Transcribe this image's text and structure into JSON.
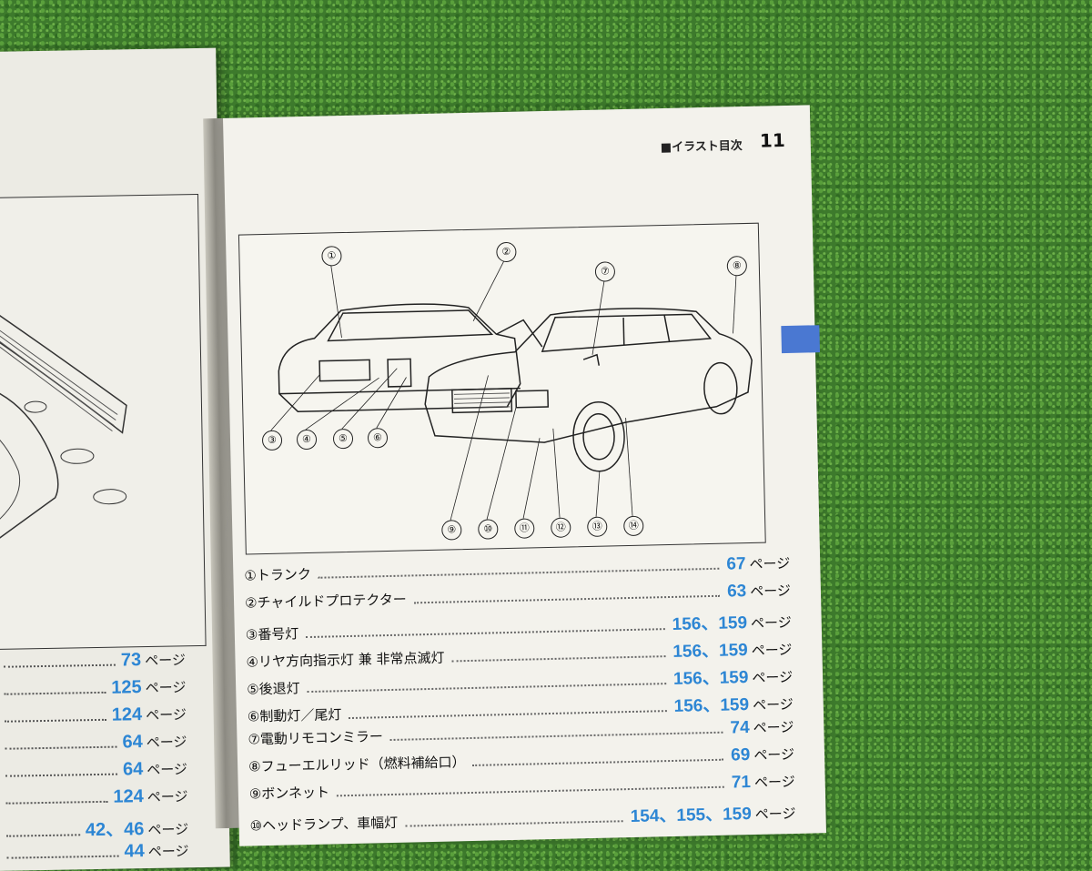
{
  "right_page": {
    "header_title": "■イラスト目次",
    "page_number": "11",
    "callouts": [
      "①",
      "②",
      "③",
      "④",
      "⑤",
      "⑥",
      "⑦",
      "⑧",
      "⑨",
      "⑩",
      "⑪",
      "⑫",
      "⑬",
      "⑭"
    ],
    "items": [
      {
        "label": "①トランク",
        "value": "67",
        "unit": "ページ"
      },
      {
        "label": "②チャイルドプロテクター",
        "value": "63",
        "unit": "ページ"
      },
      {
        "label": "③番号灯",
        "value": "156、159",
        "unit": "ページ"
      },
      {
        "label": "④リヤ方向指示灯 兼 非常点滅灯",
        "value": "156、159",
        "unit": "ページ"
      },
      {
        "label": "⑤後退灯",
        "value": "156、159",
        "unit": "ページ"
      },
      {
        "label": "⑥制動灯／尾灯",
        "value": "156、159",
        "unit": "ページ"
      },
      {
        "label": "⑦電動リモコンミラー",
        "value": "74",
        "unit": "ページ"
      },
      {
        "label": "⑧フューエルリッド（燃料補給口）",
        "value": "69",
        "unit": "ページ"
      },
      {
        "label": "⑨ボンネット",
        "value": "71",
        "unit": "ページ"
      },
      {
        "label": "⑩ヘッドランプ、車幅灯",
        "value": "154、155、159",
        "unit": "ページ"
      }
    ]
  },
  "left_page": {
    "items": [
      {
        "value": "73",
        "unit": "ページ"
      },
      {
        "value": "125",
        "unit": "ページ"
      },
      {
        "value": "124",
        "unit": "ページ"
      },
      {
        "value": "64",
        "unit": "ページ"
      },
      {
        "value": "64",
        "unit": "ページ"
      },
      {
        "value": "124",
        "unit": "ページ"
      },
      {
        "value": "42、46",
        "unit": "ページ"
      },
      {
        "value": "44",
        "unit": "ページ"
      }
    ]
  },
  "colors": {
    "accent": "#2d86d4",
    "tab": "#4a78d2",
    "grass": "#3d7a2c"
  }
}
